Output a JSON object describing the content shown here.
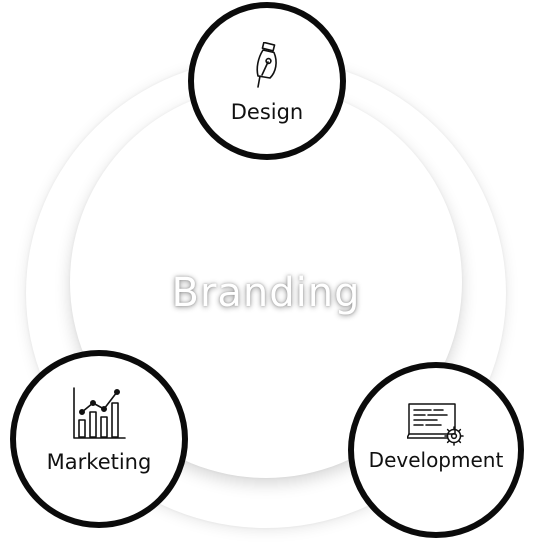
{
  "center": {
    "label": "Branding"
  },
  "nodes": [
    {
      "label": "Design",
      "icon": "pen-nib-icon"
    },
    {
      "label": "Marketing",
      "icon": "bar-chart-icon"
    },
    {
      "label": "Development",
      "icon": "computer-gear-icon"
    }
  ],
  "colors": {
    "node_border": "#0b0b0b",
    "center_text": "#ffffff",
    "background": "#ffffff"
  }
}
